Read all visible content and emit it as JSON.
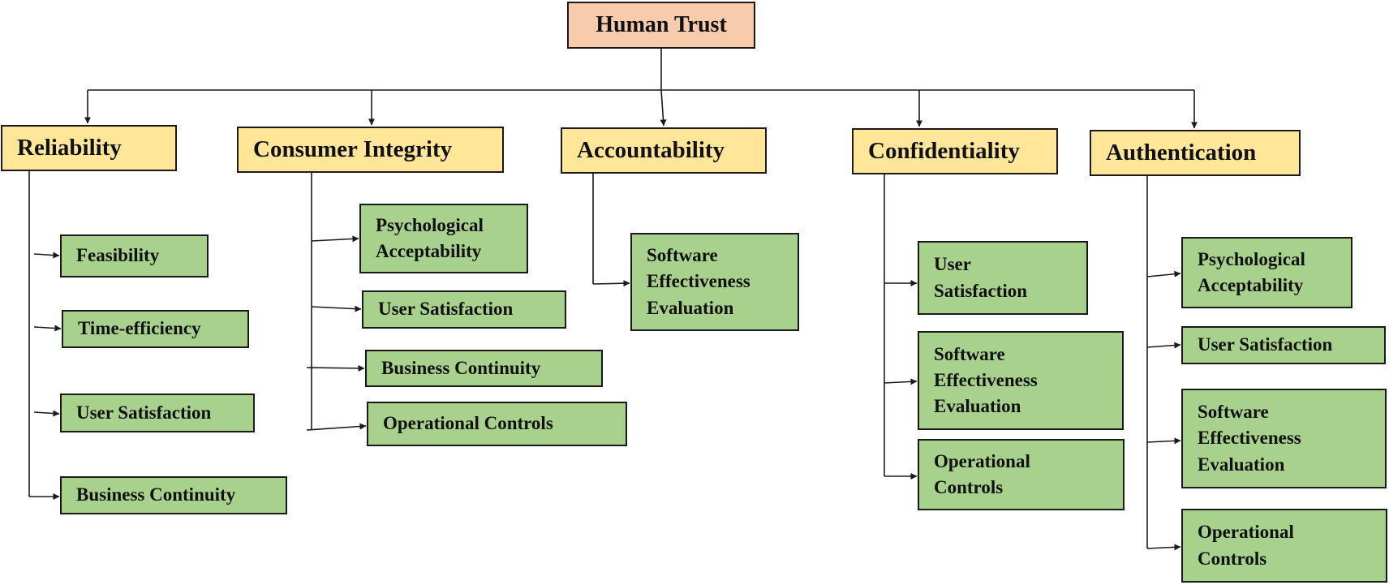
{
  "root": {
    "label": "Human Trust"
  },
  "colors": {
    "root_fill": "#f8cbad",
    "category_fill": "#ffe699",
    "factor_fill": "#a9d18e",
    "border": "#1a1a1a",
    "connector": "#1a1a1a"
  },
  "categories": [
    {
      "label": "Reliability",
      "factors": [
        "Feasibility",
        "Time-efficiency",
        "User Satisfaction",
        "Business Continuity"
      ]
    },
    {
      "label": "Consumer Integrity",
      "factors": [
        "Psychological\nAcceptability",
        "User Satisfaction",
        "Business Continuity",
        "Operational Controls"
      ]
    },
    {
      "label": "Accountability",
      "factors": [
        "Software\nEffectiveness\nEvaluation"
      ]
    },
    {
      "label": "Confidentiality",
      "factors": [
        "User\nSatisfaction",
        "Software\nEffectiveness\nEvaluation",
        "Operational\nControls"
      ]
    },
    {
      "label": "Authentication",
      "factors": [
        "Psychological\nAcceptability",
        "User Satisfaction",
        "Software\nEffectiveness\nEvaluation",
        "Operational\nControls"
      ]
    }
  ]
}
